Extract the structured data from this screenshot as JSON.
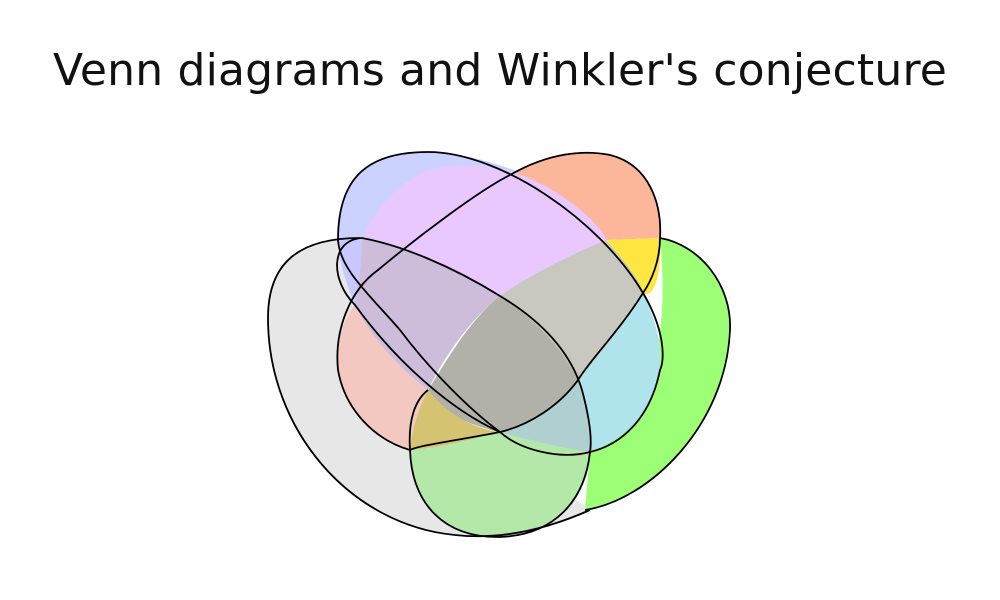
{
  "title": "Venn diagrams and Winkler's conjecture",
  "colors": {
    "background": "#ffffff",
    "outline": "#000000",
    "title": "#111111"
  },
  "venn": {
    "sets": [
      {
        "id": "gray",
        "fill": "#e7e7e7"
      },
      {
        "id": "green",
        "fill": "#9cff75"
      },
      {
        "id": "blue",
        "fill": "#ccd2ff"
      },
      {
        "id": "orange",
        "fill": "#fcb79b"
      },
      {
        "id": "lime",
        "fill": "#b4f0a6"
      }
    ],
    "overlap_colors": {
      "gray_blue": "#c8c8ff",
      "blue_orange": "#e8c8ff",
      "orange_green": "#ffe640",
      "green_blue": "#b0e4ec",
      "center": "#b1b1a9",
      "mid_left": "#cdbcda",
      "mid_right": "#c8c8c0",
      "lower_left": "#f2c8c0",
      "lower_center": "#d4c471",
      "lower_right": "#b0cfd0",
      "bottom": "#b4e8a8"
    }
  }
}
